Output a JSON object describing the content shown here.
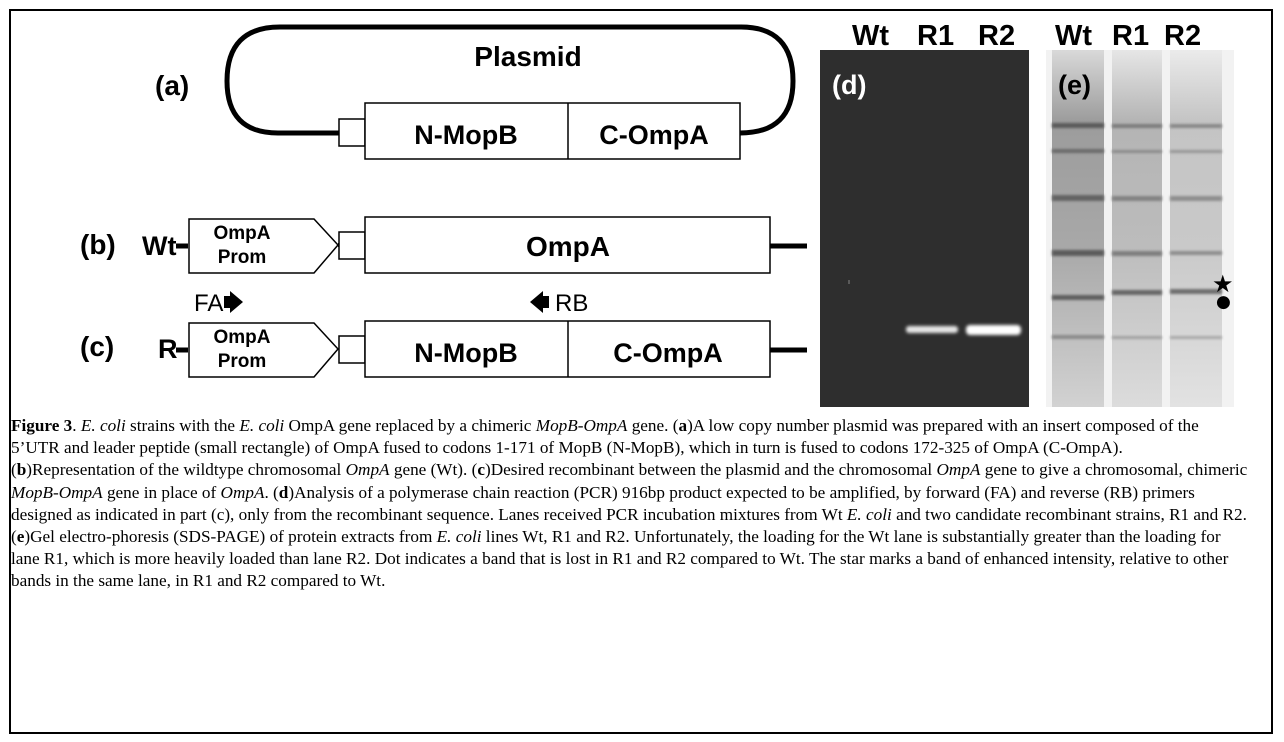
{
  "panel_a": {
    "label": "(a)",
    "plasmid_label": "Plasmid",
    "segment_left": "N-MopB",
    "segment_right": "C-OmpA"
  },
  "panel_b": {
    "label": "(b)",
    "strain": "Wt",
    "promoter_line1": "OmpA",
    "promoter_line2": "Prom",
    "gene": "OmpA"
  },
  "panel_c": {
    "label": "(c)",
    "strain": "R",
    "promoter_line1": "OmpA",
    "promoter_line2": "Prom",
    "segment_left": "N-MopB",
    "segment_right": "C-OmpA",
    "forward_primer": "FA",
    "reverse_primer": "RB"
  },
  "panel_d": {
    "label": "(d)",
    "lanes": [
      "Wt",
      "R1",
      "R2"
    ]
  },
  "panel_e": {
    "label": "(e)",
    "lanes": [
      "Wt",
      "R1",
      "R2"
    ],
    "star_symbol": "★",
    "dot_symbol": "●"
  },
  "caption": {
    "fig_label": "Figure 3",
    "t01": ". ",
    "i01": "E. coli",
    "t02": " strains with the ",
    "i02": "E. coli",
    "t03": " OmpA gene replaced by a chimeric ",
    "i03": "MopB-OmpA",
    "t04": " gene. (",
    "b01": "a",
    "t05": ")A low copy number plasmid was prepared with an insert composed of the 5’UTR and leader peptide (small rectangle) of OmpA fused to codons 1-171 of MopB (N-MopB), which in turn is fused to codons 172-325 of OmpA (C-OmpA). (",
    "b02": "b",
    "t06": ")Representation of the wildtype chromosomal ",
    "i04": "OmpA",
    "t07": " gene (Wt). (",
    "b03": "c",
    "t08": ")Desired recombinant between the plasmid and the chromosomal ",
    "i05": "OmpA",
    "t09": " gene to give a chromosomal, chimeric ",
    "i06": "MopB-OmpA",
    "t10": " gene in place of ",
    "i07": "OmpA",
    "t11": ". (",
    "b04": "d",
    "t12": ")Analysis of a polymerase chain reaction (PCR) 916bp product expected to be amplified, by forward (FA) and reverse (RB) primers designed as indicated in part (c), only from the recombinant sequence. Lanes received PCR incubation mixtures from Wt ",
    "i08": "E. coli",
    "t13": " and two candidate recombinant strains, R1 and R2. (",
    "b05": "e",
    "t14": ")Gel electro-phoresis (SDS-PAGE) of protein extracts from ",
    "i09": "E. coli",
    "t15": " lines Wt, R1 and R2. Unfortunately, the loading for the Wt lane is substantially greater than the loading for lane R1, which is more heavily loaded than lane R2. Dot indicates a band that is lost in R1 and R2 compared to Wt. The star marks a band of enhanced intensity, relative to other bands in the same lane, in R1 and R2 compared to Wt."
  }
}
